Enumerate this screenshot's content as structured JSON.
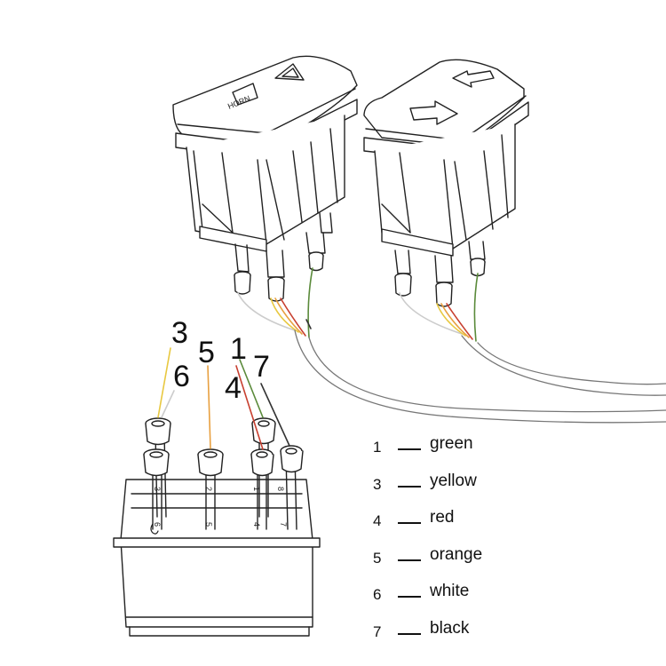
{
  "top_switches": [
    {
      "name": "horn-hazard-rocker",
      "icons": [
        "hazard-triangle-icon",
        "horn-icon"
      ],
      "icon_text": "HORN"
    },
    {
      "name": "turn-signal-rocker",
      "icons": [
        "left-arrow-icon",
        "right-arrow-icon"
      ]
    }
  ],
  "detail": {
    "top_pin_labels": [
      "3",
      "2",
      "1",
      "8"
    ],
    "bottom_pin_labels": [
      "6",
      "5",
      "4",
      "7"
    ],
    "wire_callouts": [
      {
        "label": "3",
        "color": "#e8c840"
      },
      {
        "label": "6",
        "color": "#cccccc"
      },
      {
        "label": "5",
        "color": "#e8a040"
      },
      {
        "label": "1",
        "color": "#5a8a3a"
      },
      {
        "label": "4",
        "color": "#c84030"
      },
      {
        "label": "7",
        "color": "#333333"
      }
    ]
  },
  "legend": [
    {
      "pin": "1",
      "color_name": "green"
    },
    {
      "pin": "3",
      "color_name": "yellow"
    },
    {
      "pin": "4",
      "color_name": "red"
    },
    {
      "pin": "5",
      "color_name": "orange"
    },
    {
      "pin": "6",
      "color_name": "white"
    },
    {
      "pin": "7",
      "color_name": "black"
    }
  ],
  "wire_colors": {
    "green": "#5a8a3a",
    "yellow": "#e8c840",
    "red": "#c84030",
    "orange": "#e8a040",
    "white": "#cccccc",
    "black": "#333333"
  }
}
